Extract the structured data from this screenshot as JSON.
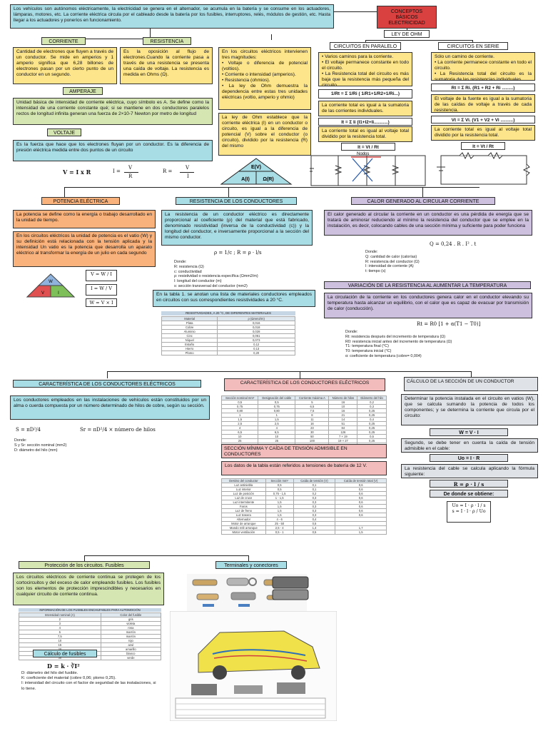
{
  "intro": "Los vehículos son autónomos eléctricamente, la electricidad se genera en el alternador, se acumula en la batería y se consume en los actuadores, lámparas, motores, etc. La corriente eléctrica circula por el cableado desde la batería por los fusibles, interruptores, relés, módulos de gestión, etc. Hasta llegar a los actuadores y poneríos en funcionamiento.",
  "main_title": "CONCEPTOS BÁSICOS ELECTRICIDAD",
  "corriente": {
    "title": "CORRIENTE",
    "text": "Cantidad de electrones que fluyen a través de un conductor. Se mide en amperios y 1 amperio significa que 6,28 billones de electrones pasan por un cierto punto de un conductor en un segundo."
  },
  "resistencia": {
    "title": "RESISTENCIA",
    "text": "Es la oposición al flujo de electrones.Cuando la corriente pasa a través de una resistencia se presenta una caída de voltaje. La resistencia es medida en Ohms (Ω)."
  },
  "amperaje": {
    "title": "AMPERAJE",
    "text": "Unidad básica de intensidad de corriente eléctrica, cuyo símbolo es A. Se define como la intensidad de una corriente constante qué; si se mantiene en dos conductores paralelos rectos de longitud infinita generan una fuerza de 2×10-7 Newton por metro de longitud"
  },
  "voltaje": {
    "title": "VOLTAJE",
    "text": "Es la fuerza que hace que los electrones fluyan por un conductor. Es la diferencia de presión eléctrica medida entre dos puntos de un circuito"
  },
  "ohm_formulas": {
    "v": "V = I x R",
    "i_left": "I =",
    "i_num": "V",
    "i_den": "R",
    "r_left": "R =",
    "r_num": "V",
    "r_den": "I"
  },
  "ley_ohm": {
    "title": "LEY DE OHM",
    "text1": "En los circuitos eléctricos intervienen tres magnitudes:\n• Voltaje o diferencia de potencial (voltios).\n• Corriente o intensidad (amperios).\n• Resistencia (ohmios).\n• La ley de Ohm demuestra la dependencia entre estas tres unidades eléctricas (voltio, amperio y ohmio)",
    "text2": "La ley de Ohm establece que la corriente eléctrica (I) en un conductor o circuito, es igual a la diferencia de potencial (V) sobre el conductor (o circuito), dividido por la resistencia (R) del mismo",
    "tri_e": "E(V)",
    "tri_a": "A(I)",
    "tri_o": "Ω(R)"
  },
  "paralelo": {
    "title": "CIRCUITOS EN PARALELO",
    "text": "• Varios caminos para la corriente.\n• El voltaje permanece constante en todo el circuito.\n• La Resistencia total del circuito es más baja que la resistencia más pequeña del circuito.",
    "f1": "1/Rt = Σ 1/Ri ( 1/R1+1/R2+1/Ri...)",
    "text2": "La corriente total es igual a la sumatoria de las corrientes individuales.",
    "f2": "It = Σ Ii (I1+I2+Ii...........)",
    "text3": "La corriente total es igual al voltaje total dividido por la resistencia total.",
    "f3": "It = Vt / Rt",
    "nodos": "Nodos"
  },
  "serie": {
    "title": "CIRCUITOS EN SERIE",
    "text": "Sólo un camino de corriente.\n• La corriente permanece constante en todo el circuito.\n• La Resistencia total del circuito es la sumatoria de las resistencias individuales.",
    "f1": "Rt = Σ Ri. (R1 + R2 + Ri .........)",
    "text2": "El voltaje de la fuente es igual a la sumatoria de las caídas de voltaje a través de cada resistencia.",
    "f2": "Vt = Σ Vi. (V1 + V2 + Vi ..........)",
    "text3": "La corriente total es igual al voltaje total dividido por la resistencia total.",
    "f3": "It = Vt / Rt"
  },
  "potencia": {
    "title": "POTENCIA ELÉCTRICA",
    "text1": "La potencia se define como la energía o trabajo desarrollado en la unidad de tiempo.",
    "text2": "En los circuitos eléctricos la unidad de potencia es el vatio (W) y su definición está relacionada con la tensión aplicada y la intensidad Un vatio es la potencia que desarrolla un aparato eléctrico al transformar la energía de un julio en cada segundo",
    "f1": "V = W / I",
    "f2": "I = W / V",
    "f3": "W = V × I",
    "tri_w": "W",
    "tri_v": "V",
    "tri_i": "I"
  },
  "res_conductores": {
    "title": "RESISTENCIA DE LOS CONDUCTORES",
    "text": "La resistencia de un conductor eléctrico es directamente proporcional al coeficiente (ρ) del material que está fabricado, denominado resistividad (inversa de la conductividad (c)) y la longitud del conductor, e inversamente proporcional a la sección del mismo conductor.",
    "formula": "ρ = 1/c ; R = ρ · l/s",
    "donde": "Donde:\nR: resistencia (Ω)\nc: conductividad\nρ: resistividad o resistencia específica (Ωmm2/m)\nl: longitud del conductor (m)\ns: sección transversal del conductor (mm2)",
    "tabla_text": "En la tabla 1. se anotan una lista de materiales conductores empleados en circuitos con sus correspondientes resistividades a 20 °C.",
    "table_title": "RESISTIVIDADES, A 20 °C, DE DIFERENTES MATERIALES",
    "table_head": [
      "Material",
      "ρ (Ωmm2/m)"
    ],
    "table_rows": [
      [
        "Plata",
        "0,016"
      ],
      [
        "Cobre",
        "0,018"
      ],
      [
        "Aluminio",
        "0,028"
      ],
      [
        "Cinc",
        "0,061"
      ],
      [
        "Níquel",
        "0,073"
      ],
      [
        "Estaño",
        "0,12"
      ],
      [
        "Hierro",
        "0,13"
      ],
      [
        "Plomo",
        "0,20"
      ]
    ]
  },
  "calor": {
    "title": "CALOR GENERADO AL CIRCULAR CORRIENTE",
    "text": "El calor generado al circular la corriente en un conductor es una pérdida de energía que se tratará de aminorar reduciendo al mínimo la resistencia del conductor que se emplee en la instalación, es decir, colocando cables de una sección mínima y suficiente para poder funciona",
    "formula": "Q = 0,24 . R . I² . t",
    "donde": "Donde:\nQ: cantidad de calor (calorías)\nR: resistencia del conductor (Ω)\nI: intensidad de corriente (A)\nt: tiempo (s)"
  },
  "variacion": {
    "title": "VARIACIÓN DE LA RESISTENCIA AL AUMENTAR LA TEMPERATURA",
    "text": "La circulación de la corriente en los conductores genera calor en el conductor elevando su temperatura hasta alcanzar un equilibrio, con el calor que es capaz de evacuar por transmisión de calor (conducción).",
    "formula": "Rt = R0 [1 + α(T1 − T0)]",
    "donde": "Donde:\nRt: resistencia después del incremento de temperatura (Ω)\nR0: resistencia inicial antes del incremento de temperatura (Ω)\nT1: temperatura final (°C)\nT0: temperatura inicial (°C)\nα: coeficiente de temperatura (cobre= 0,004)"
  },
  "caracteristica": {
    "title": "CARACTERÍSTICA DE LOS CONDUCTORES ELÉCTRICOS",
    "text": "Los conductores empleados en las instalaciones de vehículos están constituidos por un alma o cuerda compuesta por un número determinado de hilos de cobre, según su sección.",
    "f1": "S = πD²/4",
    "f2": "Sr = πD²/4 × número de hilos",
    "donde": "Donde:\nS y Sr: sección nominal (mm2)\nD: diámetro del hilo (mm)"
  },
  "caract_tabla": {
    "title": "CARACTERÍSTICA DE LOS CONDUCTORES ELÉCTRICOS",
    "head": [
      "Sección nominal mm²",
      "Designación del cable",
      "Corriente máxima A",
      "Número de hilos",
      "Diámetro del hilo"
    ],
    "rows": [
      [
        "0,5",
        "0,5",
        "5",
        "16",
        "0,2"
      ],
      [
        "0,75",
        "0,75",
        "6,5",
        "10",
        "0,3"
      ],
      [
        "0,80",
        "0,80",
        "7,5",
        "16",
        "0,25"
      ],
      [
        "1",
        "1",
        "8",
        "21",
        "0,25"
      ],
      [
        "1,5",
        "1,5",
        "11",
        "14",
        "0,4"
      ],
      [
        "2,5",
        "2,5",
        "16",
        "51",
        "0,25"
      ],
      [
        "4",
        "4",
        "23",
        "84",
        "0,25"
      ],
      [
        "6,5",
        "6,5",
        "30",
        "126",
        "0,25"
      ],
      [
        "10",
        "10",
        "50",
        "7 × 19",
        "0,5"
      ],
      [
        "25",
        "25",
        "100",
        "19 × 27",
        "0,25"
      ],
      [
        "40",
        "40",
        "130",
        "19 × 42",
        "0,25"
      ]
    ]
  },
  "seccion_minima": {
    "title": "SECCIÓN MÍNIMA Y CAÍDA DE TENSIÓN ADMISIBLE EN CONDUCTORES",
    "text": "Los datos de la tabla están referidos a tensiones de batería de 12 V.",
    "head": [
      "Destino del conductor",
      "Sección mm²",
      "Caída de tensión (V)",
      "Caída de tensión total (V)"
    ],
    "rows": [
      [
        "Luz antiniebla",
        "0,5",
        "0,1",
        "0,6"
      ],
      [
        "Luz interior",
        "0,5",
        "0,1",
        "0,6"
      ],
      [
        "Luz de posición",
        "0,75 - 1,5",
        "0,2",
        "0,6"
      ],
      [
        "Luz de cruce",
        "1 - 1,5",
        "0,3",
        "0,6"
      ],
      [
        "Luz intermitente",
        "1,5",
        "0,3",
        "0,6"
      ],
      [
        "Faros",
        "1,5",
        "0,3",
        "0,6"
      ],
      [
        "Luz de freno",
        "1,5",
        "0,3",
        "0,6"
      ],
      [
        "Luz trasera",
        "1,5",
        "0,3",
        "0,6"
      ],
      [
        "Alternador",
        "4 - 6",
        "0,4",
        ""
      ],
      [
        "Motor de arranque",
        "25 - 50",
        "0,5",
        ""
      ],
      [
        "Mando relé arranque",
        "2,5 - 4",
        "1,4",
        "1,7"
      ],
      [
        "Motor ventilación",
        "0,5 - 1",
        "0,5",
        "1,5"
      ]
    ]
  },
  "calculo": {
    "title": "CÁLCULO DE LA SECCIÓN DE UN CONDUCTOR",
    "text1": "Determinar la potencia instalada en el circuito en vatios (W), que se calcula sumando la potencia de todos los componentes; y se determina la corriente que circula por el circuito:",
    "f1": "W = V · I",
    "text2": "Segundo, se debe tener en cuenta la caída de tensión admisible en el cable:",
    "f2": "Uo = I · R",
    "text3": "La resistencia del cable se calcula aplicando la fórmula siguiente:",
    "f3": "R = ρ · l / s",
    "text4": "De donde se obtiene:",
    "f4a": "Uo = I · ρ · l / s",
    "f4b": "s = I · l · ρ / Uo"
  },
  "proteccion": {
    "title": "Protección de los circuitos. Fusibles",
    "text": "Los circuitos eléctricos de corriente continua se protegen de los cortocircuitos y del exceso de calor empleando fusibles. Los fusibles son los elementos de protección imprescindibles y necesarios en cualquier circuito de corriente continua.",
    "table_title": "INFORMACIÓN DE LOS FUSIBLES ENCHUFABLES PARA AUTOMOCIÓN",
    "table_head": [
      "Intensidad nominal (A)",
      "Color del fusible"
    ],
    "table_rows": [
      [
        "2",
        "gris"
      ],
      [
        "3",
        "violeta"
      ],
      [
        "4",
        "rosa"
      ],
      [
        "5",
        "marrón"
      ],
      [
        "7,5",
        "marrón"
      ],
      [
        "10",
        "rojo"
      ],
      [
        "15",
        "azul"
      ],
      [
        "20",
        "amarillo"
      ],
      [
        "25",
        "blanco"
      ],
      [
        "30",
        "verde"
      ]
    ],
    "calc_title": "Cálculo de fusibles",
    "calc_formula": "D = k · ∛I²",
    "donde": "D: diámetro del hilo del fusible.\nK: coeficiente del material (cobre 0,06; plomo 0,25).\nI: intensidad del circuito con el factor de seguridad de las instalaciones, si lo tiene."
  },
  "terminales": {
    "title": "Terminales y conectores"
  },
  "colors": {
    "teal": "#a9dde6",
    "yellow": "#fde58b",
    "orange": "#f9b27c",
    "green": "#d6e6b3",
    "purple": "#ccc0de",
    "pink": "#f2bcbc",
    "red": "#d8413f"
  }
}
